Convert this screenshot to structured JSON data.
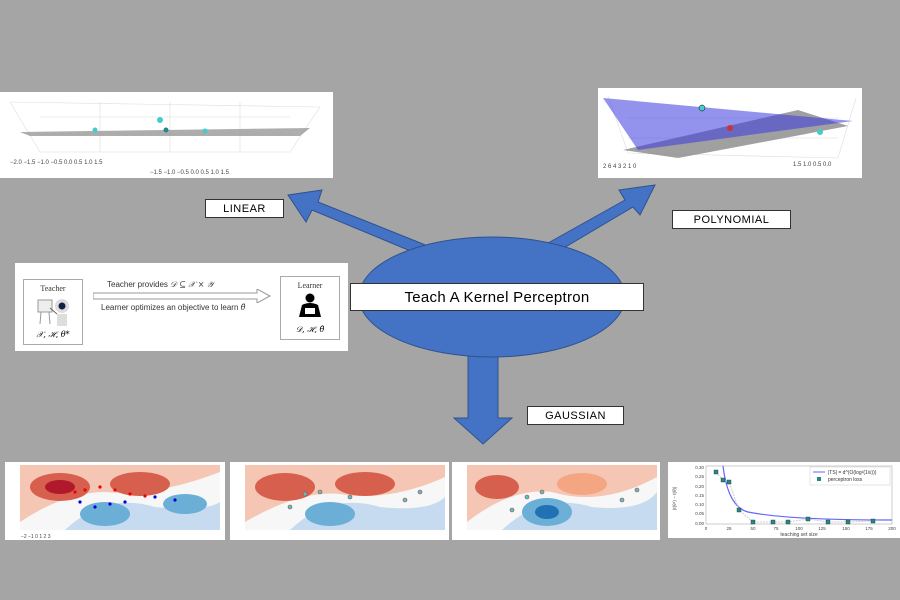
{
  "center": {
    "title": "Teach A Kernel Perceptron",
    "color": "#4472c4"
  },
  "labels": {
    "linear": "LINEAR",
    "polynomial": "POLYNOMIAL",
    "gaussian": "GAUSSIAN"
  },
  "teaching": {
    "teacher_title": "Teacher",
    "teacher_math": "𝒳, ℋ, θ*",
    "provides_text": "Teacher provides",
    "provides_math": "𝒟 ⊆ 𝒳 × 𝒴",
    "optimizes_text": "Learner optimizes an objective to learn",
    "optimizes_math": "θ̂",
    "learner_title": "Learner",
    "learner_math": "𝒟, ℋ, θ̂"
  },
  "loss_plot": {
    "xlabel": "teaching set size",
    "ylabel": "|ℓ(θ*) − ℓ(θ̂)|",
    "legend": [
      "|TS| = d^(O(log²(1/ε)))",
      "perceptron loss"
    ],
    "xticks": [
      "0",
      "25",
      "50",
      "75",
      "100",
      "125",
      "150",
      "175",
      "200"
    ],
    "yticks": [
      "0.30",
      "0.25",
      "0.20",
      "0.15",
      "0.10",
      "0.05",
      "0.00"
    ]
  }
}
